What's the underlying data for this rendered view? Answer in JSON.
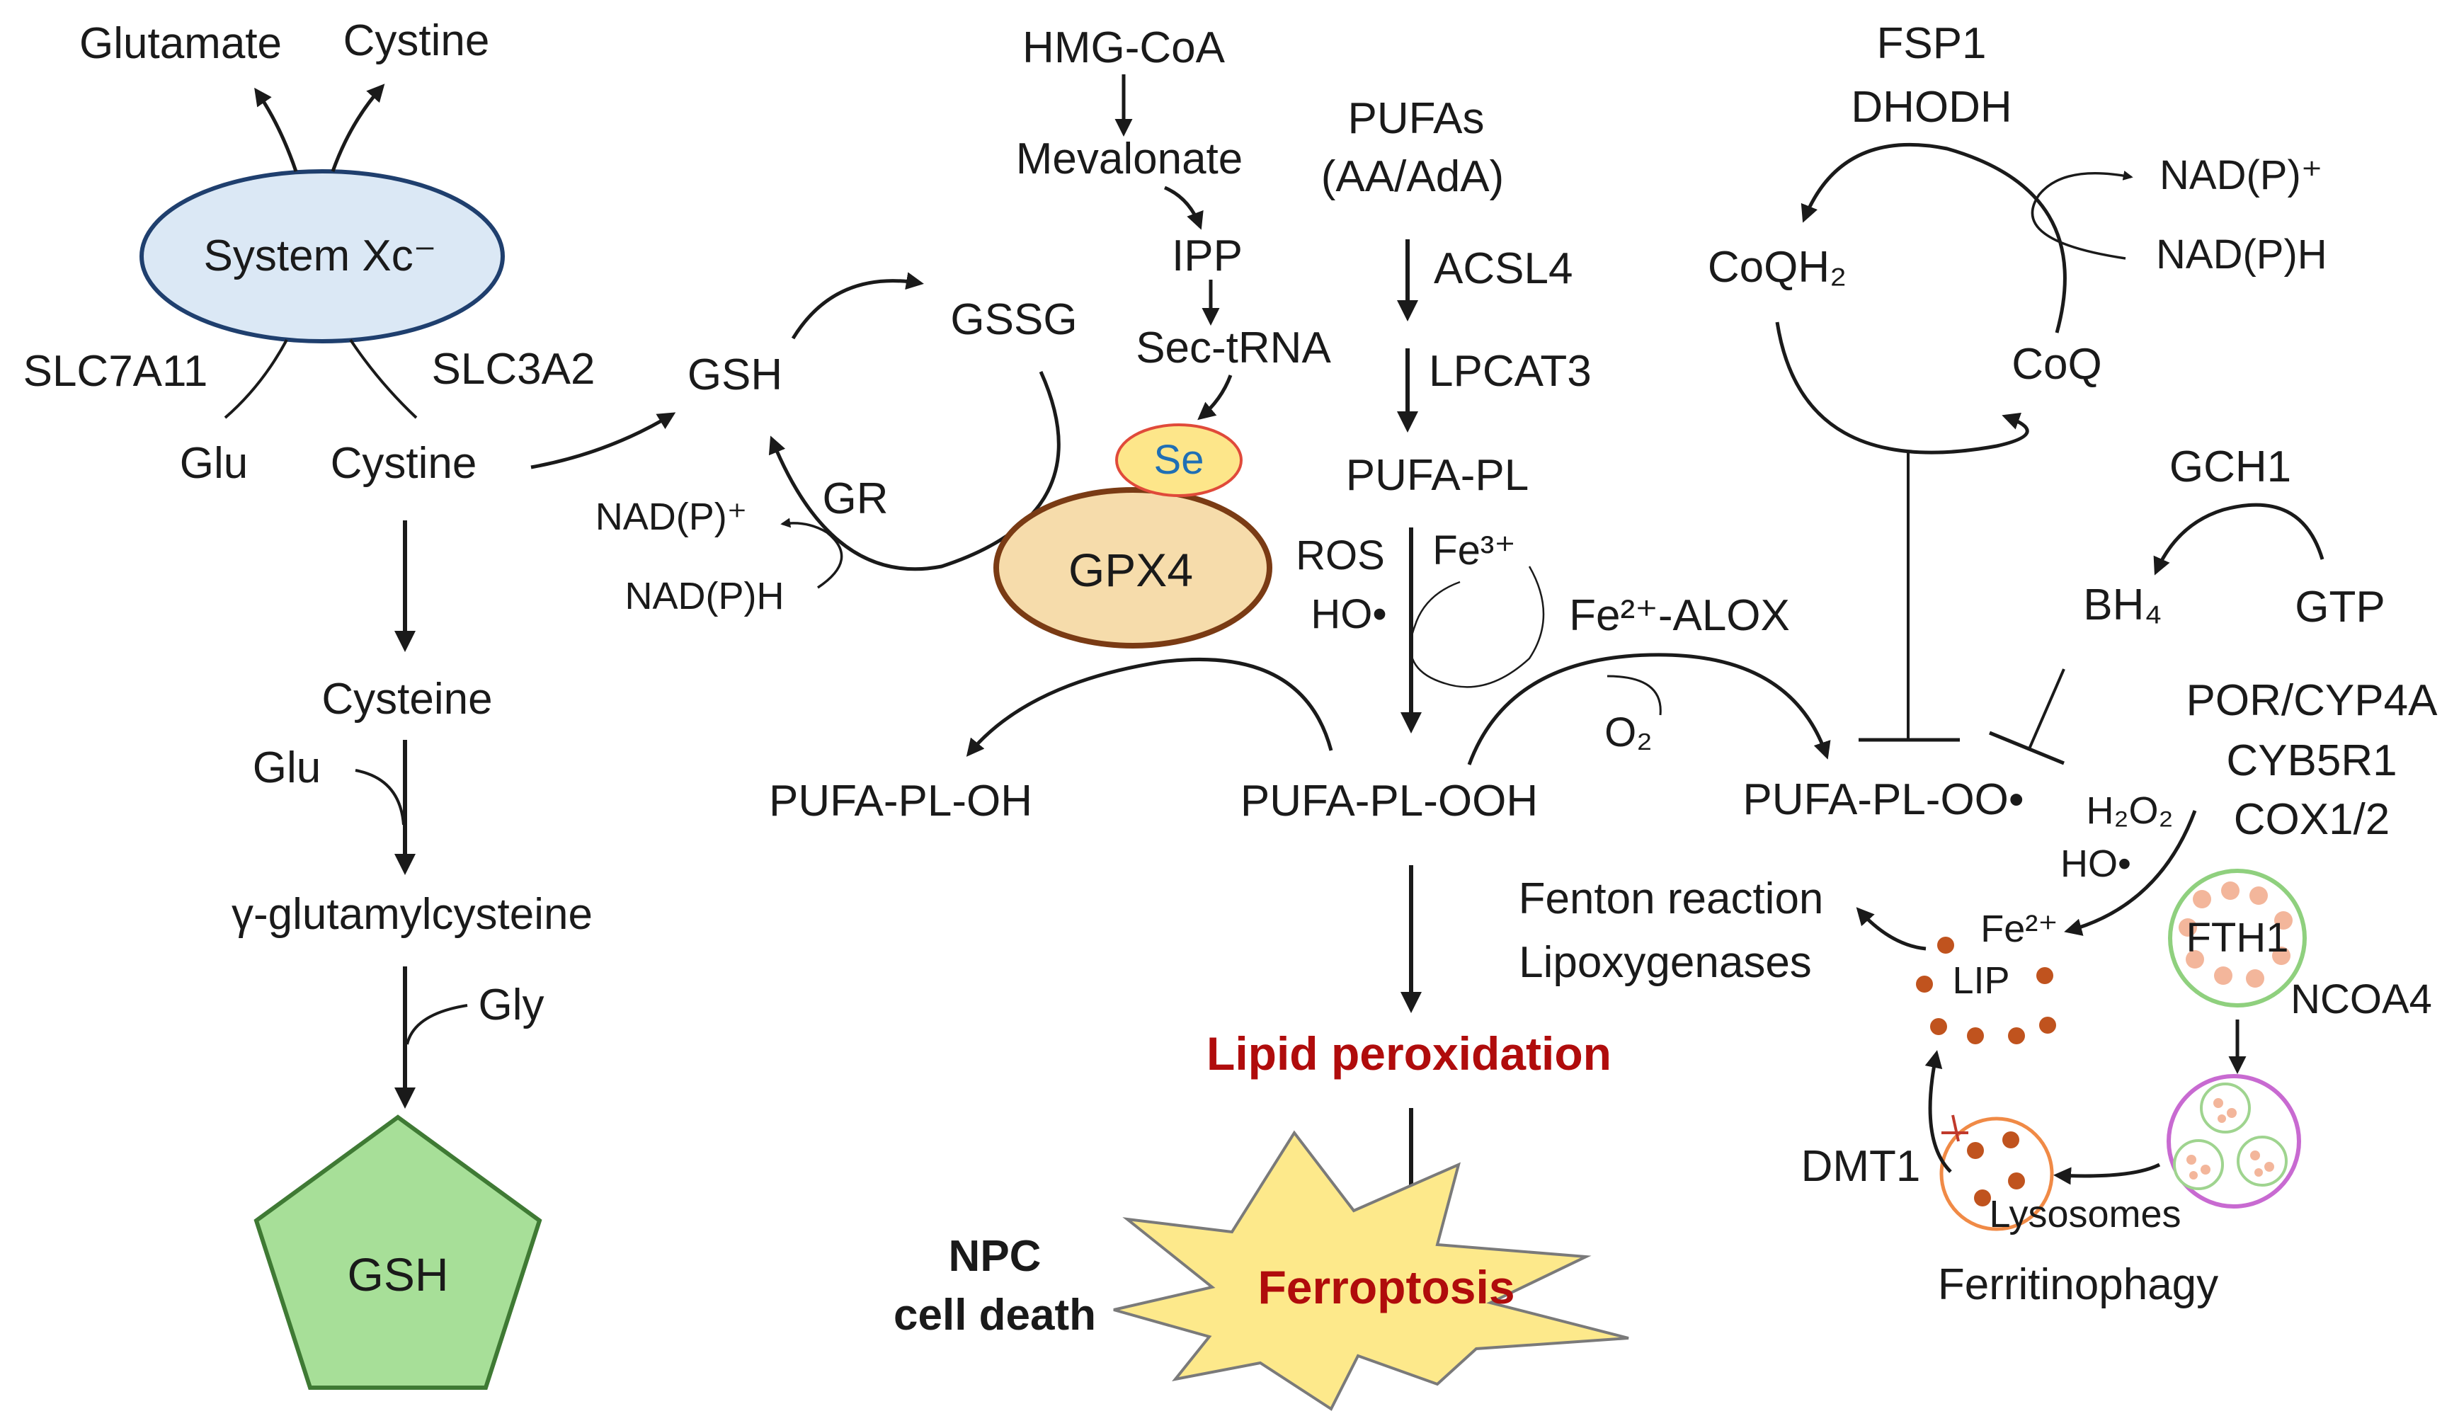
{
  "colors": {
    "ink": "#1a1a1a",
    "system_xc_fill": "#dbe8f5",
    "system_xc_stroke": "#1f3f6e",
    "gpx4_fill": "#f6dcab",
    "gpx4_stroke": "#7a3b14",
    "se_fill": "#fde68a",
    "se_stroke": "#e04a3a",
    "se_text": "#1f6fb5",
    "gsh_fill": "#a7df98",
    "gsh_stroke": "#3f7a34",
    "star_fill": "#fde98b",
    "star_stroke": "#7a7a7a",
    "accent_red": "#b00c0c",
    "iron": "#c0531e",
    "fth1_ring": "#8fd07e",
    "fth1_dot": "#f3b69b",
    "vesicle_ring": "#c86ad1",
    "vesicle_inner": "#9fd48f",
    "lysosome_ring": "#f08a46"
  },
  "left_branch": {
    "glutamate": "Glutamate",
    "cystine_out": "Cystine",
    "system_xc": "System Xc⁻",
    "slc7a11": "SLC7A11",
    "slc3a2": "SLC3A2",
    "glu": "Glu",
    "cystine_in": "Cystine",
    "cysteine": "Cysteine",
    "glu2": "Glu",
    "gamma_glutamylcysteine": "γ-glutamylcysteine",
    "gly": "Gly",
    "gsh_product": "GSH"
  },
  "gsh_cycle": {
    "gsh": "GSH",
    "gssg": "GSSG",
    "gr": "GR",
    "nadp_plus": "NAD(P)⁺",
    "nadph": "NAD(P)H"
  },
  "mevalonate": {
    "hmg_coa": "HMG-CoA",
    "mevalonate": "Mevalonate",
    "ipp": "IPP",
    "sec_trna": "Sec-tRNA",
    "se": "Se",
    "gpx4": "GPX4"
  },
  "pufa": {
    "pufas": "PUFAs",
    "aa_ada": "(AA/AdA)",
    "acsl4": "ACSL4",
    "lpcat3": "LPCAT3",
    "pufa_pl": "PUFA-PL",
    "ros": "ROS",
    "ho_radical": "HO•",
    "fe3": "Fe³⁺",
    "fe2_alox": "Fe²⁺-ALOX",
    "o2": "O₂",
    "pufa_pl_oh": "PUFA-PL-OH",
    "pufa_pl_ooh": "PUFA-PL-OOH",
    "pufa_pl_oo": "PUFA-PL-OO•",
    "lipid_peroxidation": "Lipid peroxidation",
    "ferroptosis": "Ferroptosis",
    "npc_line1": "NPC",
    "npc_line2": "cell death"
  },
  "fsp1": {
    "fsp1": "FSP1",
    "dhodh": "DHODH",
    "nadp_plus": "NAD(P)⁺",
    "nadph": "NAD(P)H",
    "coqh2": "CoQH₂",
    "coq": "CoQ"
  },
  "gch1": {
    "gch1": "GCH1",
    "bh4": "BH₄",
    "gtp": "GTP"
  },
  "iron": {
    "por_cyp4a": "POR/CYP4A",
    "cyb5r1": "CYB5R1",
    "cox12": "COX1/2",
    "h2o2": "H₂O₂",
    "ho_radical": "HO•",
    "fenton": "Fenton reaction",
    "lipoxygenases": "Lipoxygenases",
    "fe2": "Fe²⁺",
    "lip": "LIP",
    "fth1": "FTH1",
    "ncoa4": "NCOA4",
    "dmt1": "DMT1",
    "lysosomes": "Lysosomes",
    "ferritinophagy": "Ferritinophagy"
  }
}
